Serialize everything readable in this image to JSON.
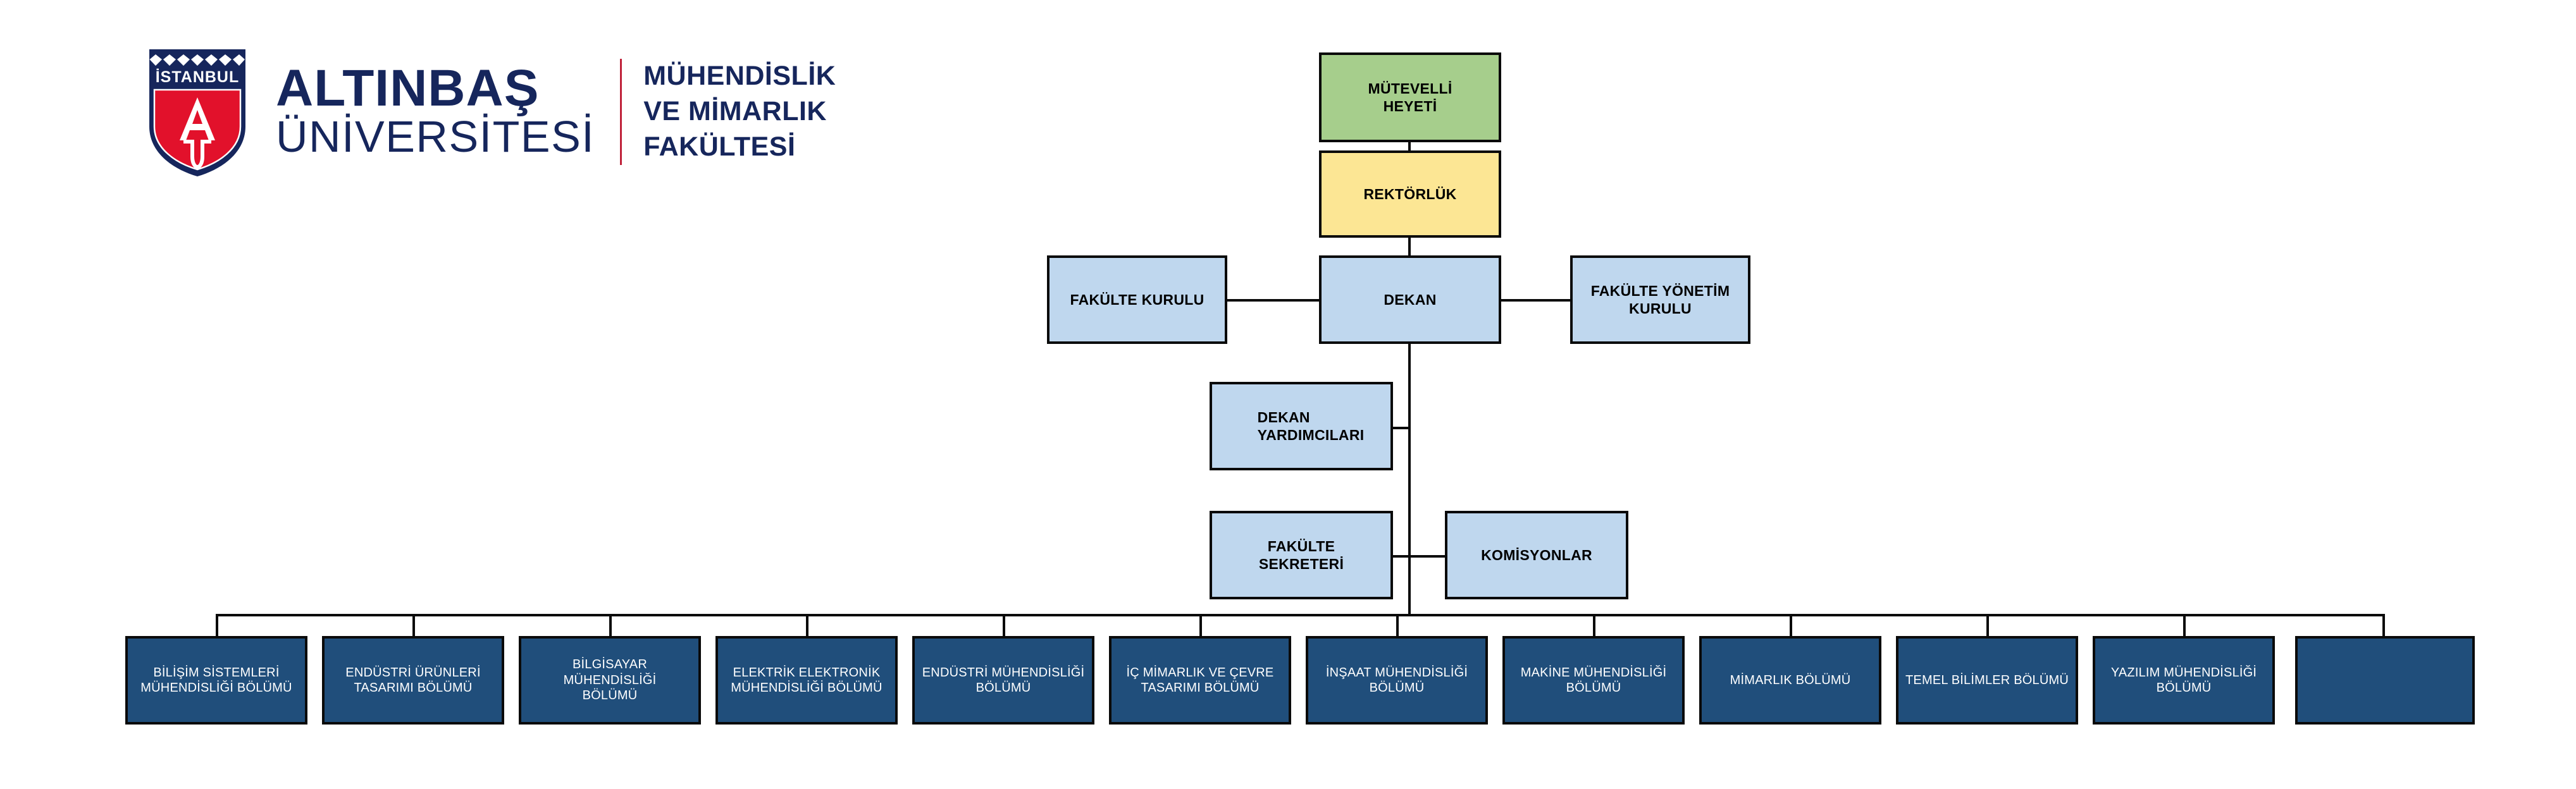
{
  "brand": {
    "shield_text": "İSTANBUL",
    "shield_monogram": "A",
    "name_line1": "ALTINBAŞ",
    "name_line2": "ÜNİVERSİTESİ",
    "faculty_line1": "MÜHENDİSLİK",
    "faculty_line2": "VE MİMARLIK",
    "faculty_line3": "FAKÜLTESİ",
    "colors": {
      "navy": "#16265c",
      "red": "#e2112b",
      "divider": "#c0223a"
    }
  },
  "chart_data": {
    "type": "diagram",
    "title": "Mühendislik ve Mimarlık Fakültesi Organizasyon Şeması",
    "colors": {
      "green": "#a6ce8c",
      "yellow": "#fce694",
      "light_blue": "#bfd7ee",
      "navy": "#204e7b",
      "border": "#0a0a0a"
    },
    "nodes": {
      "mutevelli": {
        "label": "MÜTEVELLİ\nHEYETİ",
        "line1": "MÜTEVELLİ",
        "line2": "HEYETİ",
        "color": "green"
      },
      "rektorluk": {
        "label": "REKTÖRLÜK",
        "color": "yellow"
      },
      "fakulte_kurulu": {
        "label": "FAKÜLTE KURULU",
        "color": "light_blue"
      },
      "dekan": {
        "label": "DEKAN",
        "color": "light_blue"
      },
      "fakulte_yonetim_kurulu": {
        "line1": "FAKÜLTE YÖNETİM",
        "line2": "KURULU",
        "color": "light_blue"
      },
      "dekan_yardimcilari": {
        "line1": "DEKAN",
        "line2": "YARDIMCILARI",
        "color": "light_blue"
      },
      "fakulte_sekreteri": {
        "line1": "FAKÜLTE",
        "line2": "SEKRETERİ",
        "color": "light_blue"
      },
      "komisyonlar": {
        "label": "KOMİSYONLAR",
        "color": "light_blue"
      }
    },
    "departments": [
      {
        "line1": "BİLİŞİM SİSTEMLERİ",
        "line2": "MÜHENDİSLİĞİ BÖLÜMÜ"
      },
      {
        "line1": "ENDÜSTRİ ÜRÜNLERİ",
        "line2": "TASARIMI BÖLÜMÜ"
      },
      {
        "line1": "BİLGİSAYAR MÜHENDİSLİĞİ",
        "line2": "BÖLÜMÜ"
      },
      {
        "line1": "ELEKTRİK ELEKTRONİK",
        "line2": "MÜHENDİSLİĞİ BÖLÜMÜ"
      },
      {
        "line1": "ENDÜSTRİ MÜHENDİSLİĞİ",
        "line2": "BÖLÜMÜ"
      },
      {
        "line1": "İÇ MİMARLIK VE ÇEVRE",
        "line2": "TASARIMI BÖLÜMÜ"
      },
      {
        "line1": "İNŞAAT MÜHENDİSLİĞİ",
        "line2": "BÖLÜMÜ"
      },
      {
        "line1": "MAKİNE MÜHENDİSLİĞİ",
        "line2": "BÖLÜMÜ"
      },
      {
        "line1": "MİMARLIK BÖLÜMÜ",
        "line2": ""
      },
      {
        "line1": "TEMEL BİLİMLER BÖLÜMÜ",
        "line2": ""
      },
      {
        "line1": "YAZILIM MÜHENDİSLİĞİ",
        "line2": "BÖLÜMÜ"
      },
      {
        "line1": "",
        "line2": ""
      }
    ],
    "edges": [
      "mutevelli -> rektorluk",
      "rektorluk -> dekan",
      "fakulte_kurulu -- dekan",
      "dekan -- fakulte_yonetim_kurulu",
      "dekan -> dekan_yardimcilari",
      "dekan -> fakulte_sekreteri",
      "fakulte_sekreteri -- komisyonlar",
      "dekan -> departments (all 12)"
    ]
  }
}
